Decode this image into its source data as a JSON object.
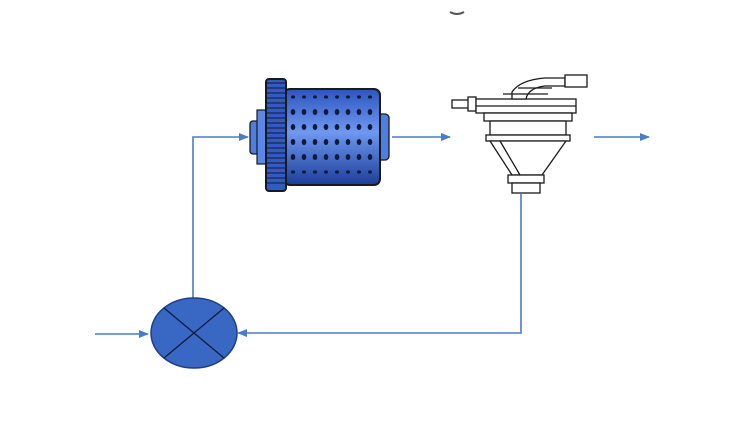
{
  "diagram": {
    "type": "process-flow",
    "nodes": [
      {
        "id": "mixer",
        "icon": "mixer-valve-icon"
      },
      {
        "id": "ball-mill",
        "icon": "ball-mill-icon"
      },
      {
        "id": "classifier",
        "icon": "cyclone-classifier-icon"
      }
    ],
    "edges": [
      {
        "from": "feed-in",
        "to": "mixer"
      },
      {
        "from": "mixer",
        "to": "ball-mill"
      },
      {
        "from": "ball-mill",
        "to": "classifier"
      },
      {
        "from": "classifier",
        "to": "product-out"
      },
      {
        "from": "classifier",
        "to": "mixer",
        "kind": "recycle"
      }
    ]
  },
  "colors": {
    "line": "#4a7cc9",
    "equipment_fill": "#3a6ad4",
    "equipment_light": "#6f98f0",
    "equipment_dark": "#1c3e9a",
    "outline": "#1a1a1a",
    "mixer_fill": "#3867c4",
    "background": "#ffffff"
  }
}
